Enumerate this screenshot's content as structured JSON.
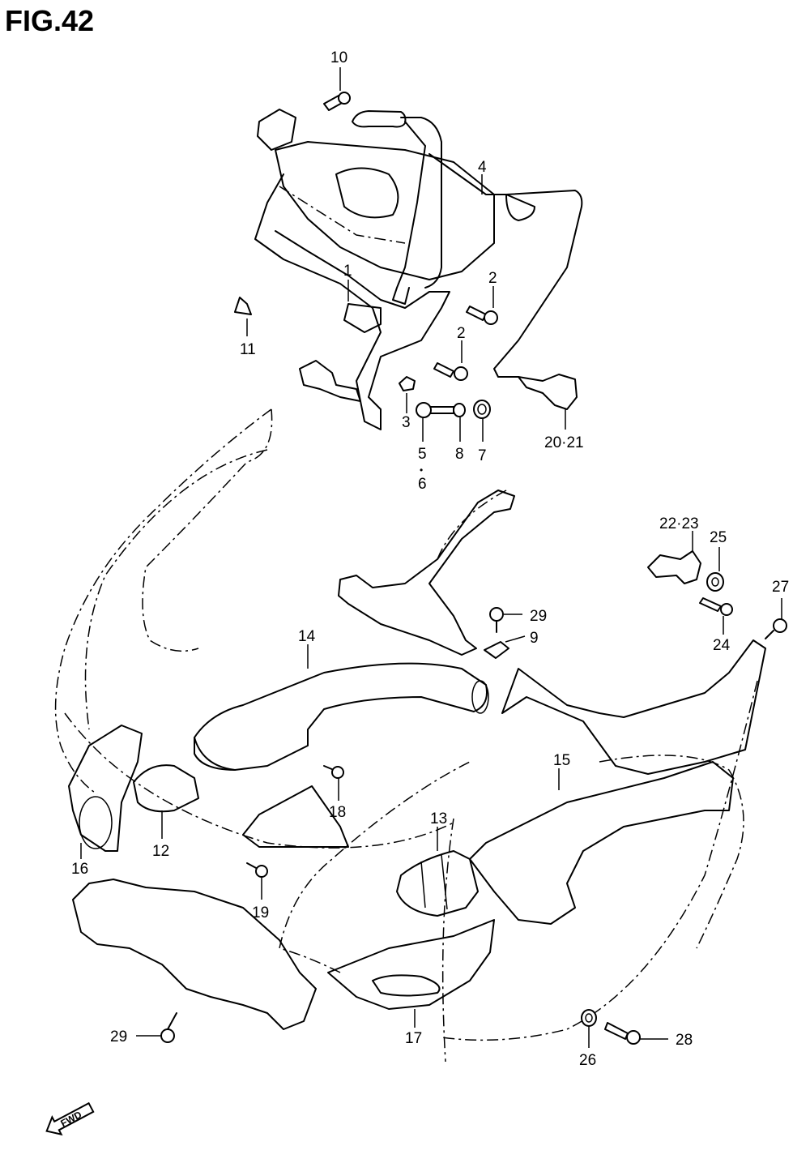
{
  "figure": {
    "title": "FIG.42"
  },
  "callouts": {
    "c1": "1",
    "c2a": "2",
    "c2b": "2",
    "c3": "3",
    "c4": "4",
    "c5": "5",
    "c5dot": "•",
    "c6": "6",
    "c7": "7",
    "c8": "8",
    "c9": "9",
    "c10": "10",
    "c11": "11",
    "c12": "12",
    "c13": "13",
    "c14": "14",
    "c15": "15",
    "c16": "16",
    "c17": "17",
    "c18": "18",
    "c19": "19",
    "c2021": "20·21",
    "c2223": "22·23",
    "c24": "24",
    "c25": "25",
    "c26": "26",
    "c27": "27",
    "c28": "28",
    "c29a": "29",
    "c29b": "29"
  },
  "direction_badge": {
    "label": "FWD"
  }
}
